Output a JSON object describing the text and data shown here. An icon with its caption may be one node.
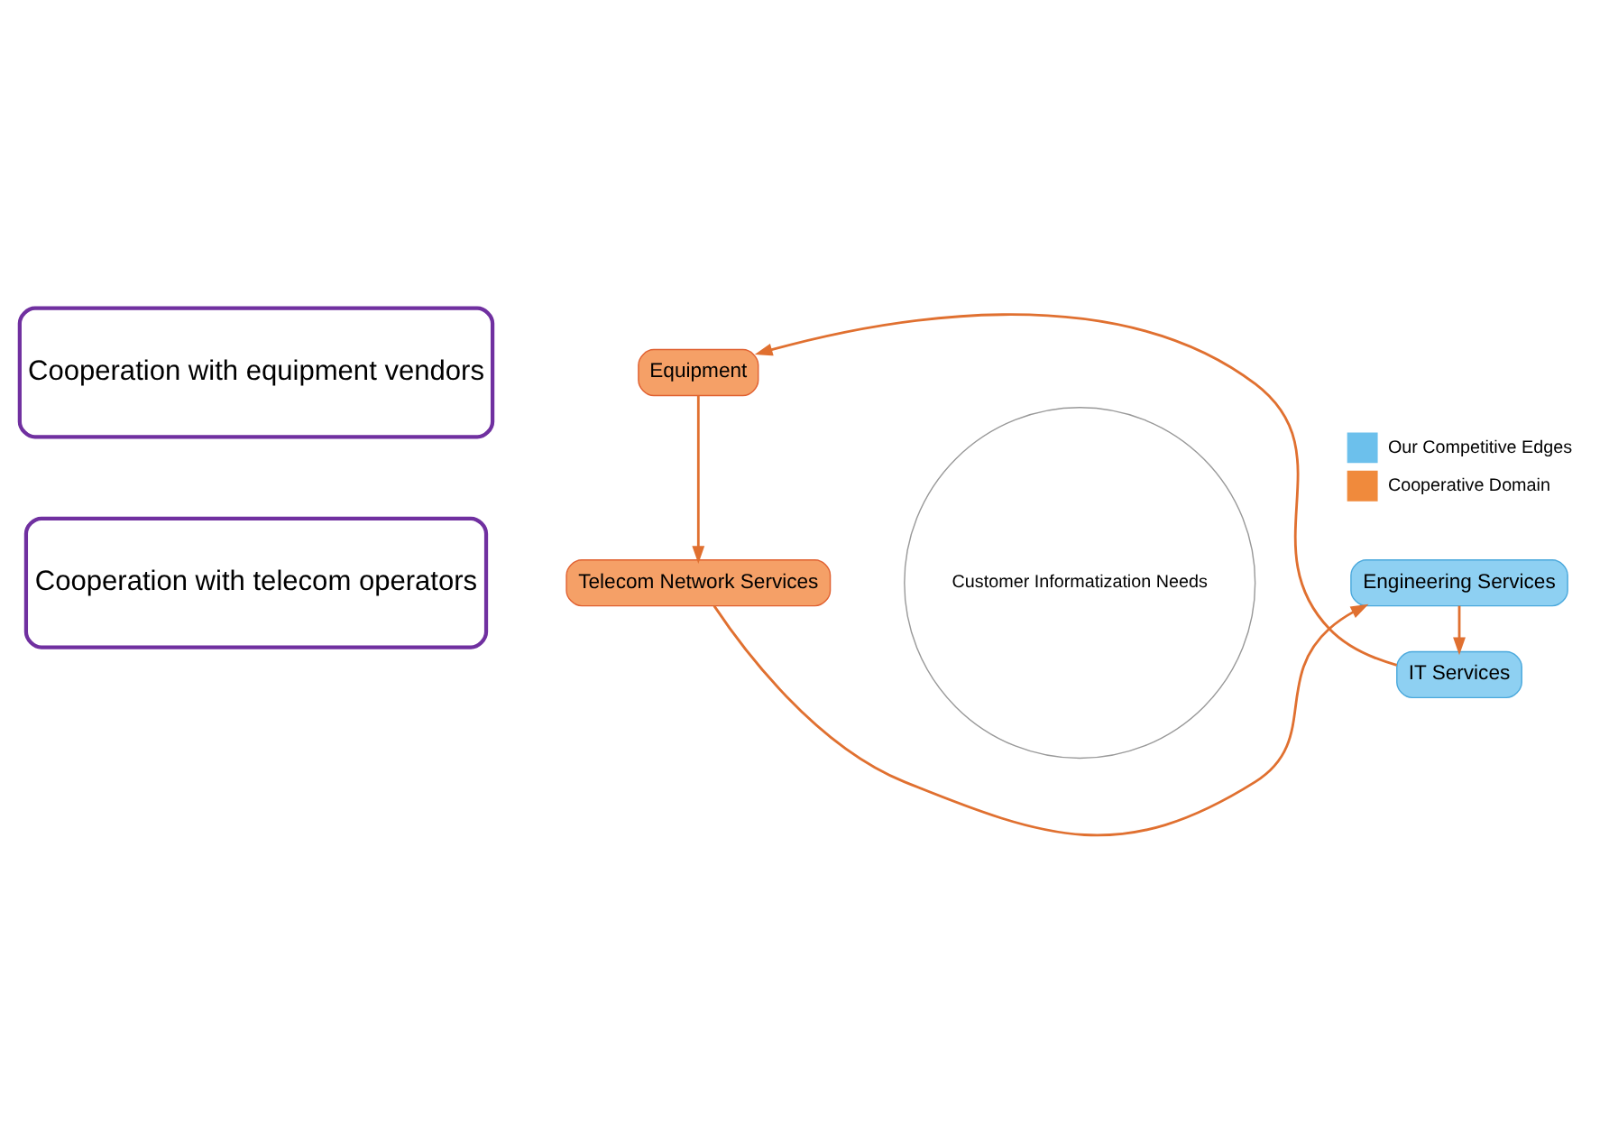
{
  "diagram": {
    "nodes": [
      {
        "text": [
          "Cooperation with telecom operators"
        ]
      },
      {
        "text": [
          "Cooperation with equipment vendors"
        ]
      },
      {
        "text": [
          "Telecom Network Services"
        ]
      },
      {
        "text": [
          "Engineering Services"
        ]
      },
      {
        "text": [
          "IT Services"
        ]
      },
      {
        "text": [
          "Equipment"
        ]
      },
      {
        "text": [
          "Customer Informatization Needs"
        ]
      }
    ],
    "edges": [
      {
        "from": 2,
        "to": 3,
        "arrow": "to"
      },
      {
        "from": 3,
        "to": 4,
        "arrow": "to"
      },
      {
        "from": 4,
        "to": 5,
        "arrow": "to"
      },
      {
        "from": 5,
        "to": 2,
        "arrow": "to"
      }
    ],
    "legend": [
      {
        "text": "Our Competitive Edges",
        "color": "#6cc0ec"
      },
      {
        "text": "Cooperative Domain",
        "color": "#f08a3c"
      }
    ]
  }
}
